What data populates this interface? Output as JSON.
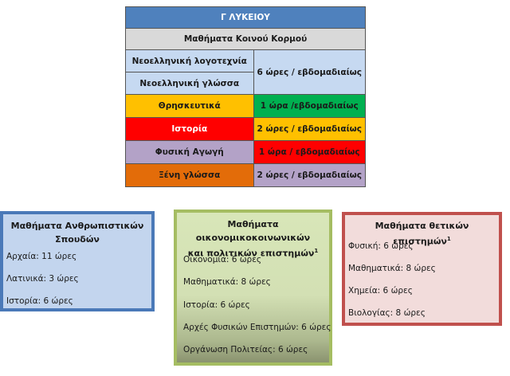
{
  "table": {
    "title": "Γ ΛΥΚΕΙΟΥ",
    "subtitle": "Μαθήματα Κοινού Κορμού",
    "rows": [
      {
        "subject": "Νεοελληνική λογοτεχνία",
        "hours": "6 ώρες / εβδομαδιαίως"
      },
      {
        "subject": "Νεοελληνική γλώσσα",
        "hours": ""
      },
      {
        "subject": "Θρησκευτικά",
        "hours": "1 ώρα /εβδομαδιαίως"
      },
      {
        "subject": "Ιστορία",
        "hours": "2 ώρες / εβδομαδιαίως"
      },
      {
        "subject": "Φυσική Αγωγή",
        "hours": "1 ώρα / εβδομαδιαίως"
      },
      {
        "subject": "Ξένη γλώσσα",
        "hours": "2 ώρες / εβδομαδιαίως"
      }
    ],
    "colors": {
      "title": "#4f81bd",
      "subtitle": "#d9d9d9",
      "light_blue": "#c6d9f1",
      "yellow": "#ffc000",
      "green": "#00b050",
      "red": "#ff0000",
      "purple": "#b3a2c7",
      "orange": "#e36c09"
    }
  },
  "boxes": {
    "humanities": {
      "title_line1": "Μαθήματα Ανθρωπιστικών",
      "title_line2": "Σπουδών",
      "items": [
        "Αρχαία: 11 ώρες",
        "Λατινικά: 3 ώρες",
        "Ιστορία: 6 ώρες"
      ],
      "colors": {
        "border": "#4a79b8",
        "fill": "#c3d5ee"
      }
    },
    "economics": {
      "title_line1": "Μαθήματα οικονομικοκοινωνικών",
      "title_line2": "και πολιτικών επιστημών",
      "footnote": "1",
      "items": [
        "Οικονομία: 6 ώρες",
        "Μαθηματικά: 8 ώρες",
        "Ιστορία: 6 ώρες",
        "Αρχές Φυσικών Επιστημών: 6 ώρες",
        "Οργάνωση Πολιτείας: 6 ώρες"
      ],
      "colors": {
        "border": "#a5bd62",
        "fill": "#d8e6b8"
      }
    },
    "sciences": {
      "title_line1": "Μαθήματα θετικών επιστημών",
      "footnote": "1",
      "items": [
        "Φυσική: 6 ώρες",
        "Μαθηματικά: 8 ώρες",
        "Χημεία: 6 ώρες",
        "Βιολογίας: 8 ώρες"
      ],
      "colors": {
        "border": "#c0504d",
        "fill": "#f2dcdb"
      }
    }
  }
}
